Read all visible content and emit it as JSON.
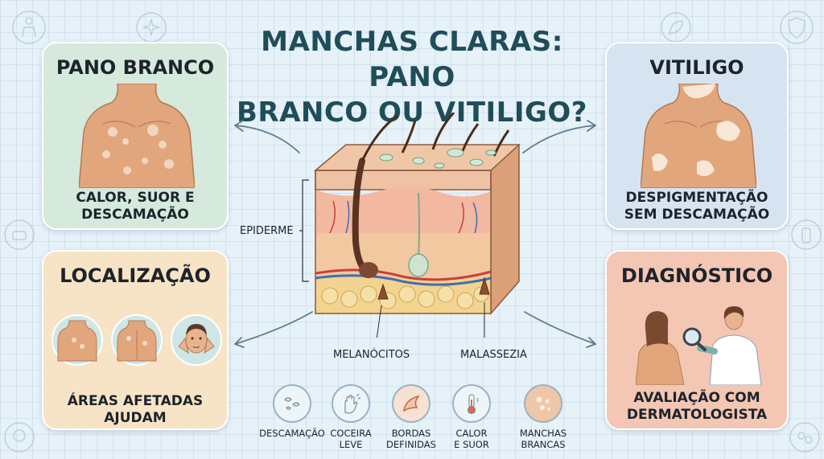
{
  "title": {
    "line1": "MANCHAS CLARAS: PANO",
    "line2": "BRANCO OU VITILIGO?"
  },
  "cards": {
    "pano_branco": {
      "title": "PANO BRANCO",
      "text1": "CALOR, SUOR E",
      "text2": "DESCAMAÇÃO"
    },
    "vitiligo": {
      "title": "VITILIGO",
      "text1": "DESPIGMENTAÇÃO",
      "text2": "SEM DESCAMAÇÃO"
    },
    "localizacao": {
      "title": "LOCALIZAÇÃO",
      "text1": "ÁREAS AFETADAS",
      "text2": "AJUDAM"
    },
    "diagnostico": {
      "title": "DIAGNÓSTICO",
      "text1": "AVALIAÇÃO COM",
      "text2": "DERMATOLOGISTA"
    }
  },
  "skin_labels": {
    "epidermis": "EPIDERME",
    "melanocytes": "MELANÓCITOS",
    "malassezia": "MALASSEZIA"
  },
  "symptoms": [
    {
      "icon": "flakes-icon",
      "line1": "DESCAMAÇÃO",
      "line2": ""
    },
    {
      "icon": "scratch-hand-icon",
      "line1": "COCEIRA",
      "line2": "LEVE"
    },
    {
      "icon": "defined-border-icon",
      "line1": "BORDAS",
      "line2": "DEFINIDAS"
    },
    {
      "icon": "thermometer-icon",
      "line1": "CALOR",
      "line2": "E SUOR"
    },
    {
      "icon": "white-spots-icon",
      "line1": "MANCHAS",
      "line2": "BRANCAS"
    }
  ],
  "colors": {
    "title": "#1f4d5a",
    "pano_card": "#d5e9dc",
    "vitiligo_card": "#d6e4f1",
    "localizacao_card": "#f7e4c6",
    "diagnostico_card": "#f3c7b4",
    "skin": "#e8b48f"
  }
}
